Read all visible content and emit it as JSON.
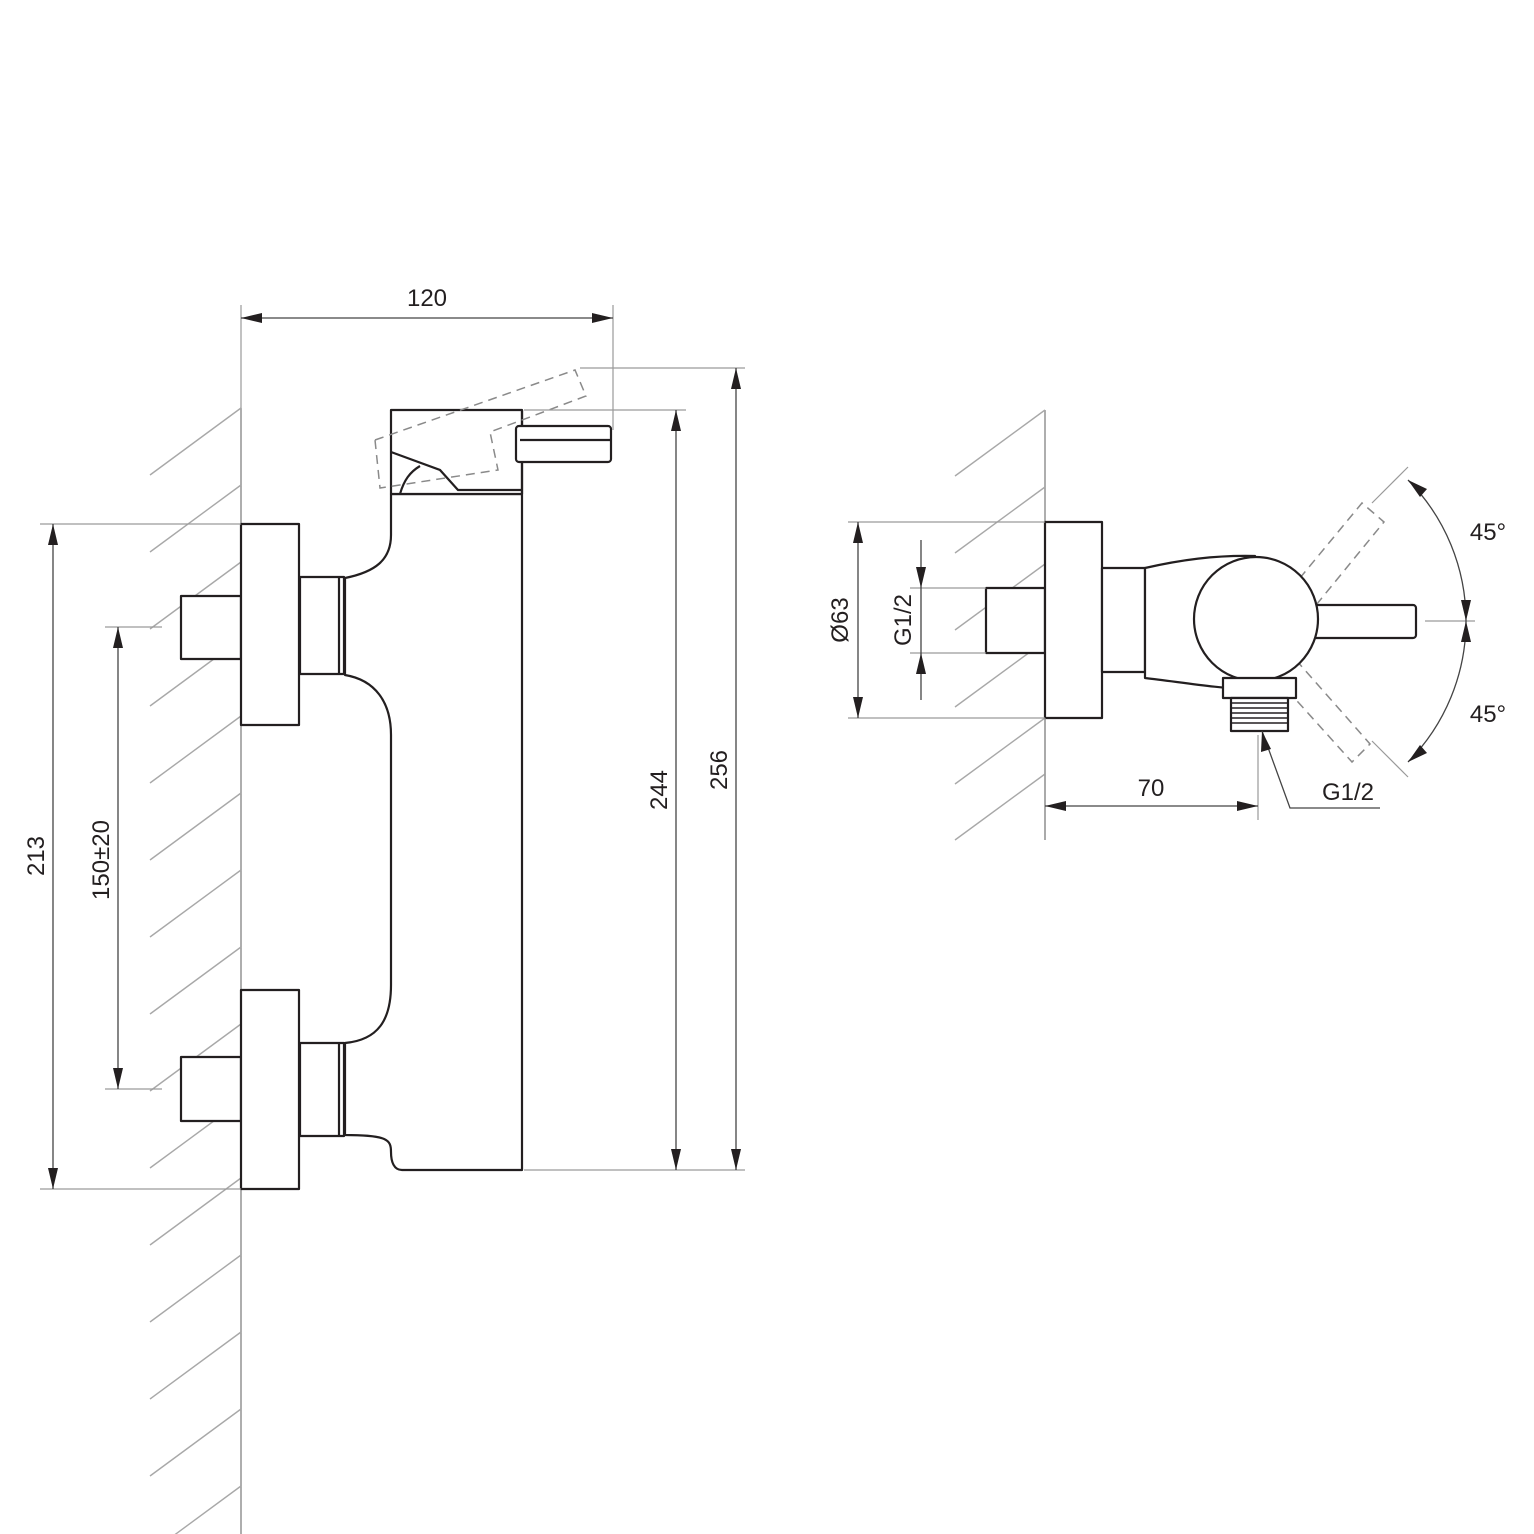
{
  "side_view": {
    "dim_width": "120",
    "dim_213": "213",
    "dim_150": "150±20",
    "dim_244": "244",
    "dim_256": "256"
  },
  "front_view": {
    "dim_d63": "Ø63",
    "dim_g12_inlet": "G1/2",
    "dim_70": "70",
    "dim_g12_outlet": "G1/2",
    "angle_upper": "45°",
    "angle_lower": "45°"
  }
}
